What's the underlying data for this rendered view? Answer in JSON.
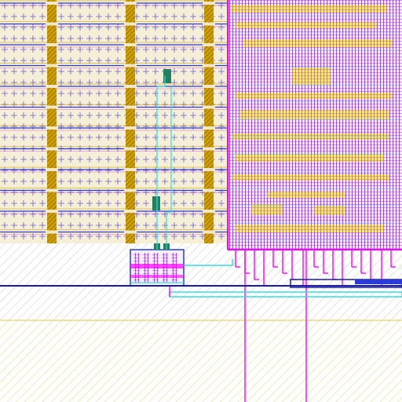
{
  "view": {
    "type": "IC layout viewer (zoomed region)",
    "background": "#ffffff"
  },
  "colors": {
    "cell_fill": "#f5efd8",
    "cell_border": "#8080ff",
    "rail_gold": "#d0a000",
    "rail_gold_dark": "#7a5a00",
    "row_line_blue": "#2b3bd6",
    "row_line_magenta": "#d000d0",
    "route_purple": "#9b2fe0",
    "route_magenta": "#ff00ff",
    "route_cyan": "#33dddd",
    "route_yellow": "#ffff00",
    "hatch_grey": "#c8c8c8",
    "hatch_yellow": "#e6da88",
    "boundary_blue": "#1a1aa8",
    "small_green": "#208060"
  },
  "layers": [
    {
      "name": "standard-cell-rows",
      "visible": true
    },
    {
      "name": "power-straps",
      "visible": true
    },
    {
      "name": "dense-routing-block",
      "visible": true
    },
    {
      "name": "io-cell-block",
      "visible": true
    },
    {
      "name": "substrate-hatch",
      "visible": true
    }
  ]
}
